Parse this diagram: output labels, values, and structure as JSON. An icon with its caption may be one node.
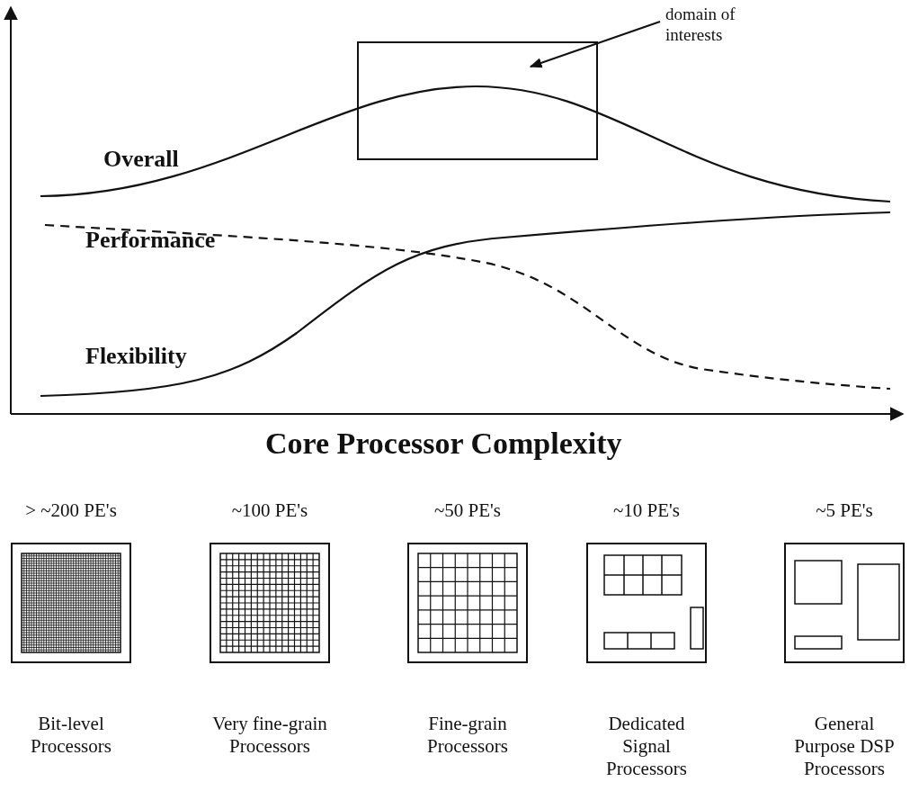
{
  "diagram": {
    "nodes": [
      {
        "text": [],
        "shape": "box"
      },
      {
        "text": [
          "domain of interests"
        ]
      },
      {
        "text": [
          "> ~200 PE's",
          "Bit-level Processors"
        ]
      },
      {
        "text": [
          "~100 PE's",
          "Very fine-grain Processors"
        ]
      },
      {
        "text": [
          "~50 PE's",
          "Fine-grain Processors"
        ]
      },
      {
        "text": [
          "~10 PE's",
          "Dedicated Signal Processors"
        ]
      },
      {
        "text": [
          "~5 PE's",
          "General Purpose DSP Processors"
        ]
      }
    ],
    "edges": [
      {
        "from": 1,
        "to": 0,
        "arrow": "to"
      }
    ],
    "labels": [
      "Overall",
      "Performance",
      "Flexibility",
      "Core Processor Complexity"
    ]
  }
}
